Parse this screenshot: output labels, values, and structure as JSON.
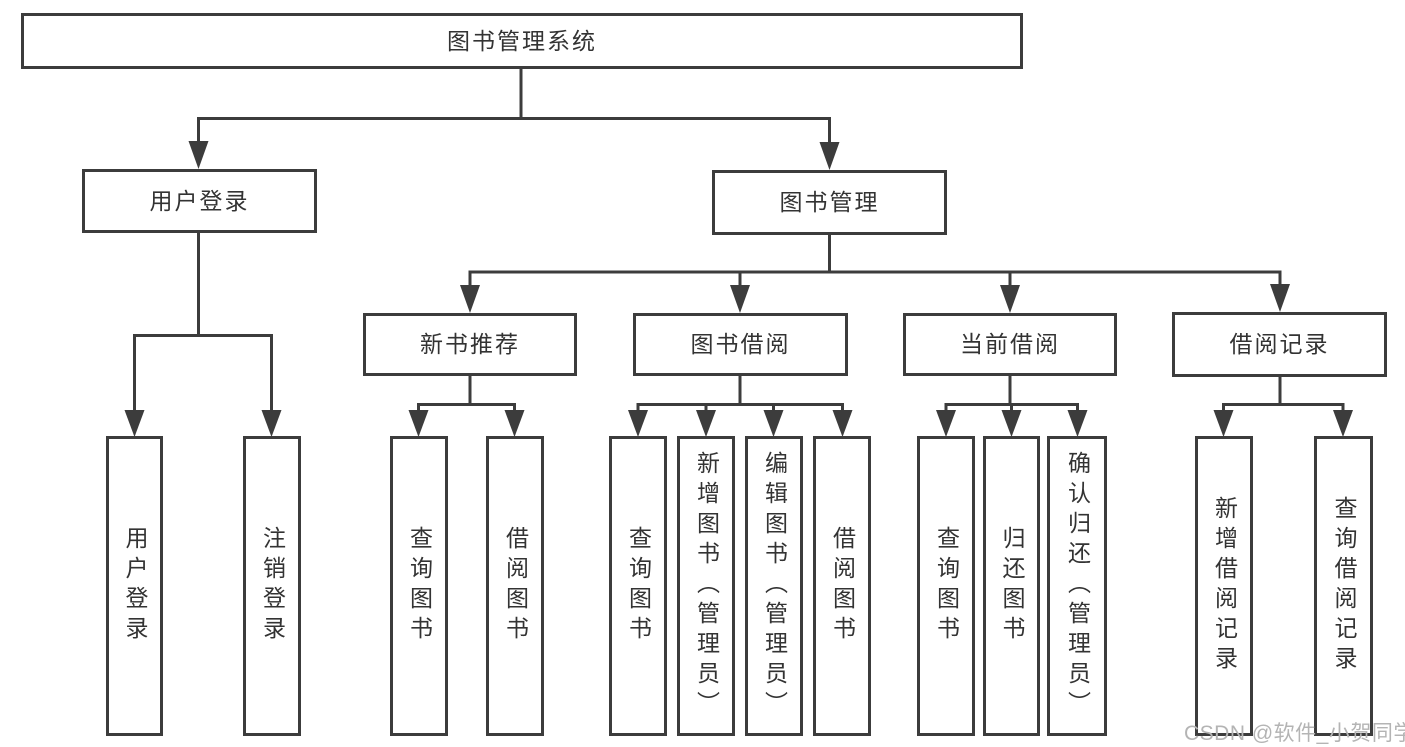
{
  "diagram": {
    "title": "图书管理系统",
    "level2": [
      {
        "label": "用户登录"
      },
      {
        "label": "图书管理"
      }
    ],
    "level3": [
      {
        "label": "新书推荐",
        "parent": "图书管理"
      },
      {
        "label": "图书借阅",
        "parent": "图书管理"
      },
      {
        "label": "当前借阅",
        "parent": "图书管理"
      },
      {
        "label": "借阅记录",
        "parent": "图书管理"
      }
    ],
    "leaves": [
      {
        "label": "用户登录",
        "parent": "用户登录"
      },
      {
        "label": "注销登录",
        "parent": "用户登录"
      },
      {
        "label": "查询图书",
        "parent": "新书推荐"
      },
      {
        "label": "借阅图书",
        "parent": "新书推荐"
      },
      {
        "label": "查询图书",
        "parent": "图书借阅"
      },
      {
        "label": "新增图书（管理员）",
        "parent": "图书借阅"
      },
      {
        "label": "编辑图书（管理员）",
        "parent": "图书借阅"
      },
      {
        "label": "借阅图书",
        "parent": "图书借阅"
      },
      {
        "label": "查询图书",
        "parent": "当前借阅"
      },
      {
        "label": "归还图书",
        "parent": "当前借阅"
      },
      {
        "label": "确认归还（管理员）",
        "parent": "当前借阅"
      },
      {
        "label": "新增借阅记录",
        "parent": "借阅记录"
      },
      {
        "label": "查询借阅记录",
        "parent": "借阅记录"
      }
    ],
    "watermark": "CSDN @软件_小贺同学",
    "colors": {
      "line": "#3c3c3c",
      "text": "#333333",
      "watermark": "#b4b4b4",
      "background": "#ffffff"
    }
  }
}
